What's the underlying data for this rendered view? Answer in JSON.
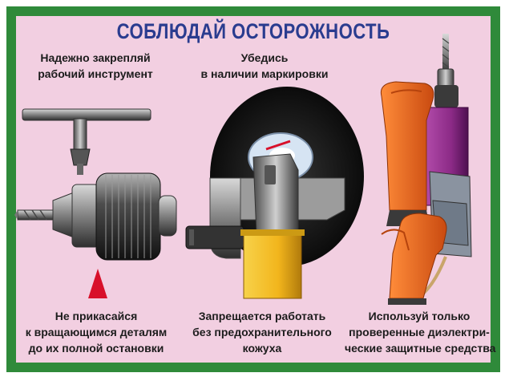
{
  "poster": {
    "title": "СОБЛЮДАЙ  ОСТОРОЖНОСТЬ",
    "captions": {
      "chuck_top": [
        "Надежно закрепляй",
        "рабочий инструмент"
      ],
      "grinder_top": [
        "Убедись",
        "в наличии маркировки"
      ],
      "chuck_bottom": [
        "Не прикасайся",
        "к вращающимся деталям",
        "до их полной остановки"
      ],
      "grinder_bottom": [
        "Запрещается работать",
        "без предохранительного",
        "кожуха"
      ],
      "drill_bottom": [
        "Используй только",
        "проверенные диэлектри-",
        "ческие защитные средства"
      ]
    },
    "colors": {
      "border": "#2f8a3a",
      "background": "#f2cfe1",
      "title": "#2a3c8f",
      "warning_arrow": "#d8102a",
      "glove": "#f06a1e",
      "drill_body": "#8b2a86",
      "grinder_handle": "#f2b51c"
    },
    "icons": [
      "drill-chuck-with-key-illustration",
      "angle-grinder-illustration",
      "hand-drill-with-gloves-illustration",
      "warning-arrow-icon"
    ]
  }
}
